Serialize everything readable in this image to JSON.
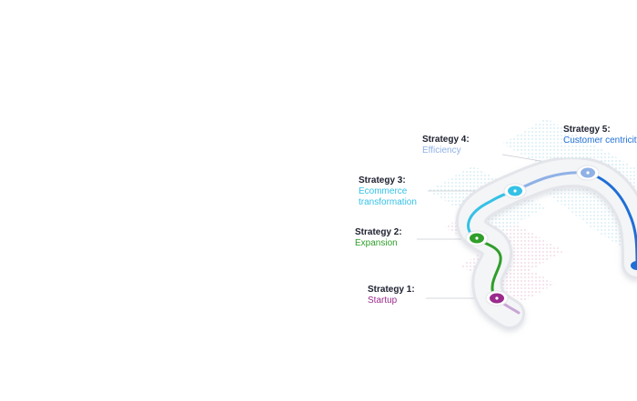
{
  "strategies": [
    {
      "title": "Strategy  1:",
      "name": "Startup",
      "color": "#9a2a8c"
    },
    {
      "title": "Strategy  2:",
      "name": "Expansion",
      "color": "#2f9e2a"
    },
    {
      "title": "Strategy 3:",
      "name": "Ecommerce transformation",
      "color": "#35c1e6"
    },
    {
      "title": "Strategy  4:",
      "name": "Efficiency",
      "color": "#8fb1e6"
    },
    {
      "title": "Strategy 5:",
      "name": "Customer centricity",
      "color": "#1f6fd6"
    }
  ],
  "colors": {
    "road_surface": "#f4f5f7",
    "road_edge": "#e3e5ea",
    "dots_pink": "#e0a3c8",
    "dots_blue": "#9fd3e6",
    "connector": "#c9cbd1"
  }
}
